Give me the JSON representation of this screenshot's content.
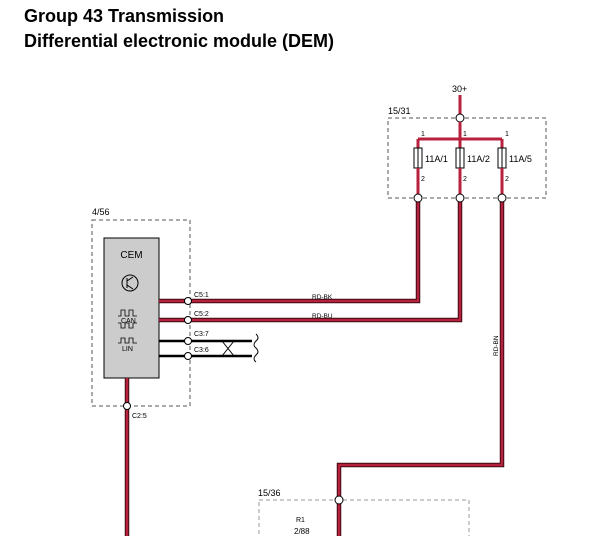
{
  "header": {
    "line1": "Group 43 Transmission",
    "line2": "Differential electronic module (DEM)"
  },
  "colors": {
    "wire_red": "#b8213d",
    "wire_dark": "#3a0a12",
    "wire_black": "#000000",
    "module_fill": "#cccccc",
    "dashed": "#555555"
  },
  "supply": {
    "label": "30+"
  },
  "fusebox": {
    "label": "15/31",
    "fuses": [
      {
        "name": "11A/1",
        "pin_top": "1",
        "pin_bottom": "2"
      },
      {
        "name": "11A/2",
        "pin_top": "1",
        "pin_bottom": "2"
      },
      {
        "name": "11A/5",
        "pin_top": "1",
        "pin_bottom": "2"
      }
    ]
  },
  "cem": {
    "outer_label": "4/56",
    "name": "CEM",
    "can_label": "CAN",
    "lin_label": "LIN",
    "connectors": [
      "C5:1",
      "C5:2",
      "C3:7",
      "C3:6"
    ],
    "bottom_connector": "C2:5"
  },
  "wires": {
    "rd_bk": "RD-BK",
    "rd_bu": "RD-BU",
    "rd_bn": "RD-BN"
  },
  "dem_box": {
    "label": "15/36",
    "component": "R1",
    "pin": "2/88"
  }
}
